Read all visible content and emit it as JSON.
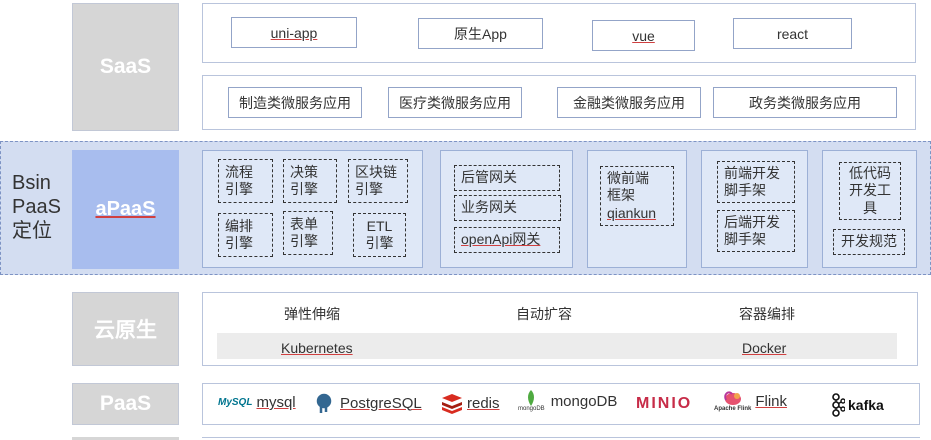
{
  "layers": {
    "saas": "SaaS",
    "apaas": "aPaaS",
    "cloud_native": "云原生",
    "paas": "PaaS"
  },
  "side_label": [
    "Bsin",
    "PaaS",
    "定位"
  ],
  "saas": {
    "apps": [
      "uni-app",
      "原生App",
      "vue",
      "react"
    ],
    "microservices": [
      "制造类微服务应用",
      "医疗类微服务应用",
      "金融类微服务应用",
      "政务类微服务应用"
    ]
  },
  "apaas": {
    "engines": [
      [
        "流程",
        "引擎"
      ],
      [
        "决策",
        "引擎"
      ],
      [
        "区块链",
        "引擎"
      ],
      [
        "编排",
        "引擎"
      ],
      [
        "表单",
        "引擎"
      ],
      [
        "ETL",
        "引擎"
      ]
    ],
    "gateways": [
      "后管网关",
      "业务网关",
      "openApi网关"
    ],
    "micro_frontend": [
      "微前端",
      "框架",
      "qiankun"
    ],
    "scaffolds": [
      [
        "前端开发",
        "脚手架"
      ],
      [
        "后端开发",
        "脚手架"
      ]
    ],
    "lowcode": [
      "低代码",
      "开发工",
      "具"
    ],
    "dev_spec": "开发规范"
  },
  "cloud": {
    "features": [
      "弹性伸缩",
      "自动扩容",
      "容器编排"
    ],
    "tools": [
      "Kubernetes",
      "Docker"
    ]
  },
  "paas": {
    "mysql_badge": "MySQL",
    "mysql": "mysql",
    "postgres": "PostgreSQL",
    "redis": "redis",
    "mongo_badge": "mongoDB",
    "mongo": "mongoDB",
    "minio": "MINIO",
    "flink_badge": "Apache Flink",
    "flink": "Flink",
    "kafka": "kafka"
  },
  "colors": {
    "label_gray": "#d6d6d6",
    "apaas_blue": "#a8bdee",
    "band_blue": "#d3ddf1",
    "minio_red": "#c72c48",
    "redis_red": "#d82c20",
    "mongo_green": "#4faa41",
    "postgres_blue": "#336791"
  }
}
